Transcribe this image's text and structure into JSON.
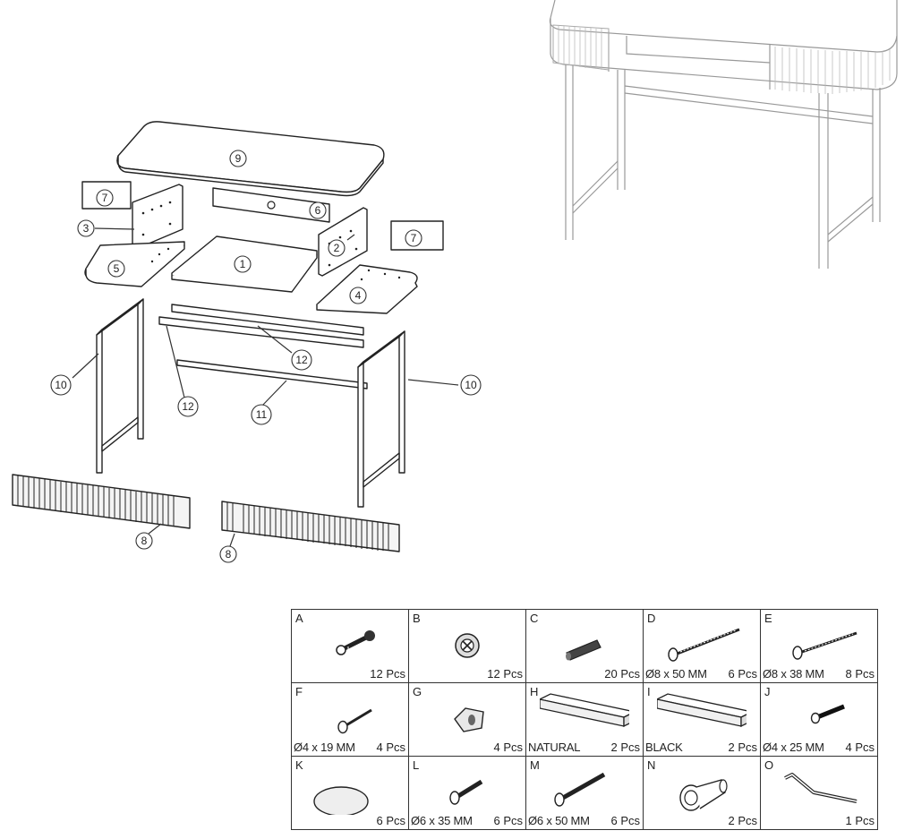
{
  "callouts": [
    {
      "id": "p1",
      "label": "1"
    },
    {
      "id": "p2",
      "label": "2"
    },
    {
      "id": "p3",
      "label": "3"
    },
    {
      "id": "p4",
      "label": "4"
    },
    {
      "id": "p5",
      "label": "5"
    },
    {
      "id": "p6",
      "label": "6"
    },
    {
      "id": "p7a",
      "label": "7"
    },
    {
      "id": "p7b",
      "label": "7"
    },
    {
      "id": "p8a",
      "label": "8"
    },
    {
      "id": "p8b",
      "label": "8"
    },
    {
      "id": "p9",
      "label": "9"
    },
    {
      "id": "p10a",
      "label": "10"
    },
    {
      "id": "p10b",
      "label": "10"
    },
    {
      "id": "p11",
      "label": "11"
    },
    {
      "id": "p12a",
      "label": "12"
    },
    {
      "id": "p12b",
      "label": "12"
    }
  ],
  "hardware": [
    {
      "letter": "A",
      "qty": "12 Pcs",
      "spec": "",
      "icon": "cam-bolt-icon"
    },
    {
      "letter": "B",
      "qty": "12 Pcs",
      "spec": "",
      "icon": "cam-lock-icon"
    },
    {
      "letter": "C",
      "qty": "20 Pcs",
      "spec": "",
      "icon": "wood-dowel-icon"
    },
    {
      "letter": "D",
      "qty": "6 Pcs",
      "spec": "Ø8 x 50 MM",
      "icon": "screw-icon"
    },
    {
      "letter": "E",
      "qty": "8 Pcs",
      "spec": "Ø8 x 38 MM",
      "icon": "screw-icon"
    },
    {
      "letter": "F",
      "qty": "4 Pcs",
      "spec": "Ø4 x 19 MM",
      "icon": "short-screw-icon"
    },
    {
      "letter": "G",
      "qty": "4 Pcs",
      "spec": "",
      "icon": "corner-bracket-icon"
    },
    {
      "letter": "H",
      "qty": "2 Pcs",
      "spec": "NATURAL",
      "icon": "wood-block-icon"
    },
    {
      "letter": "I",
      "qty": "2 Pcs",
      "spec": "BLACK",
      "icon": "wood-block-icon"
    },
    {
      "letter": "J",
      "qty": "4 Pcs",
      "spec": "Ø4 x 25 MM",
      "icon": "machine-screw-icon"
    },
    {
      "letter": "K",
      "qty": "6 Pcs",
      "spec": "",
      "icon": "felt-pad-icon"
    },
    {
      "letter": "L",
      "qty": "6 Pcs",
      "spec": "Ø6 x 35 MM",
      "icon": "bolt-icon"
    },
    {
      "letter": "M",
      "qty": "6 Pcs",
      "spec": "Ø6 x 50 MM",
      "icon": "bolt-icon"
    },
    {
      "letter": "N",
      "qty": "2 Pcs",
      "spec": "",
      "icon": "knob-icon"
    },
    {
      "letter": "O",
      "qty": "1 Pcs",
      "spec": "",
      "icon": "allen-key-icon"
    }
  ]
}
